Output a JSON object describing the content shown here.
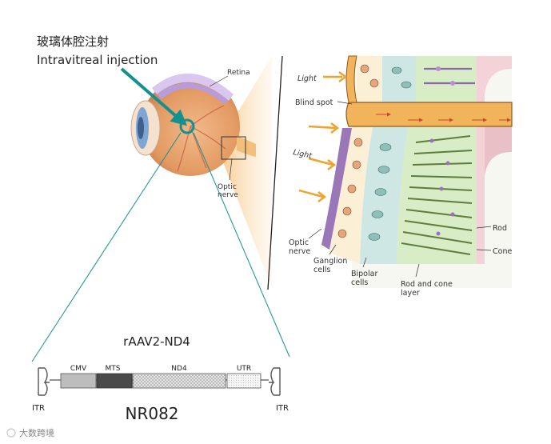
{
  "labels": {
    "injection_cn": "玻璃体腔注射",
    "injection_en": "Intravitreal injection",
    "retina": "Retina",
    "optic_nerve_eye": "Optic\nnerve",
    "light_top": "Light",
    "blind_spot": "Blind spot",
    "light_mid": "Light",
    "rod": "Rod",
    "cone": "Cone",
    "optic_nerve": "Optic\nnerve",
    "ganglion": "Ganglion\ncells",
    "bipolar": "Bipolar\ncells",
    "rod_cone_layer": "Rod and cone\nlayer"
  },
  "construct": {
    "title": "rAAV2-ND4",
    "name": "NR082",
    "itr_left": "ITR",
    "itr_right": "ITR",
    "segments": [
      {
        "label": "CMV",
        "fill": "#bdbdbd",
        "pattern": "solid"
      },
      {
        "label": "MTS",
        "fill": "#4a4a4a",
        "pattern": "solid"
      },
      {
        "label": "ND4",
        "fill": "#d9d9d9",
        "pattern": "dots"
      },
      {
        "label": "UTR",
        "fill": "#f2f2f2",
        "pattern": "fine"
      }
    ]
  },
  "watermark": "大数跨境",
  "colors": {
    "teal": "#14918f",
    "eye_orange": "#e8a06a",
    "band": "#f2b45a",
    "arrow": "#f0a330"
  }
}
